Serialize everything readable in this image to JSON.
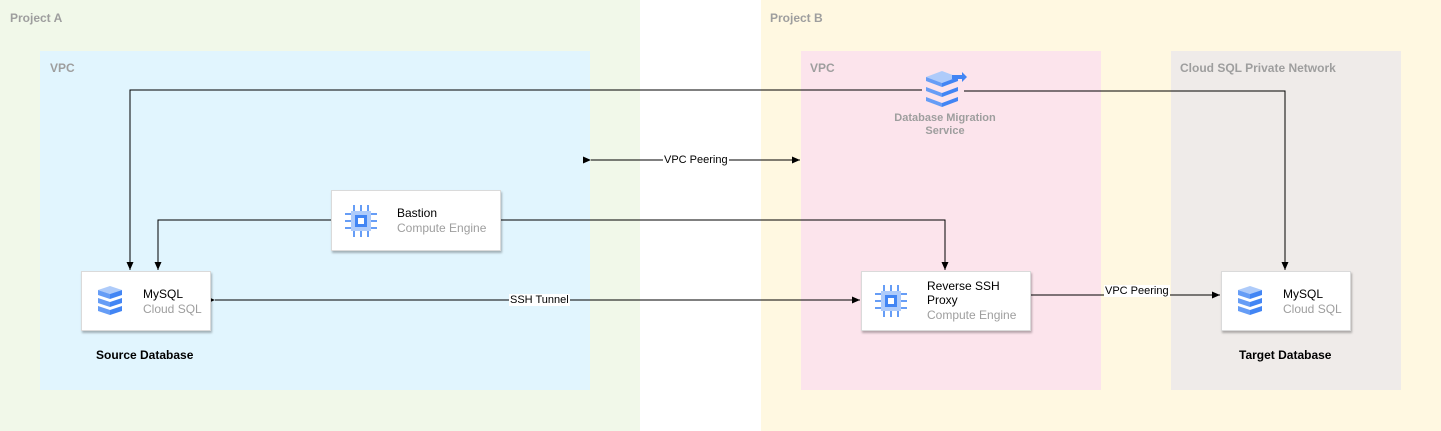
{
  "colors": {
    "project_a": "#f1f8e9",
    "project_b": "#fff8e1",
    "vpc_a": "#e1f5fe",
    "vpc_b": "#fce4ec",
    "private_network": "#efebe9",
    "icon_blue": "#4285f4"
  },
  "zones": {
    "project_a": "Project A",
    "project_b": "Project B",
    "vpc_a": "VPC",
    "vpc_b": "VPC",
    "private_network": "Cloud SQL Private Network"
  },
  "nodes": {
    "source_db": {
      "title": "MySQL",
      "subtitle": "Cloud SQL",
      "caption": "Source Database",
      "icon": "cloud-sql-icon"
    },
    "bastion": {
      "title": "Bastion",
      "subtitle": "Compute Engine",
      "icon": "compute-engine-icon"
    },
    "reverse_proxy": {
      "title_line1": "Reverse SSH",
      "title_line2": "Proxy",
      "subtitle": "Compute Engine",
      "icon": "compute-engine-icon"
    },
    "target_db": {
      "title": "MySQL",
      "subtitle": "Cloud SQL",
      "caption": "Target Database",
      "icon": "cloud-sql-icon"
    },
    "dms": {
      "line1": "Database Migration",
      "line2": "Service",
      "icon": "database-migration-service-icon"
    }
  },
  "edges": {
    "vpc_peering_projects": "VPC Peering",
    "ssh_tunnel": "SSH Tunnel",
    "vpc_peering_private": "VPC Peering"
  }
}
